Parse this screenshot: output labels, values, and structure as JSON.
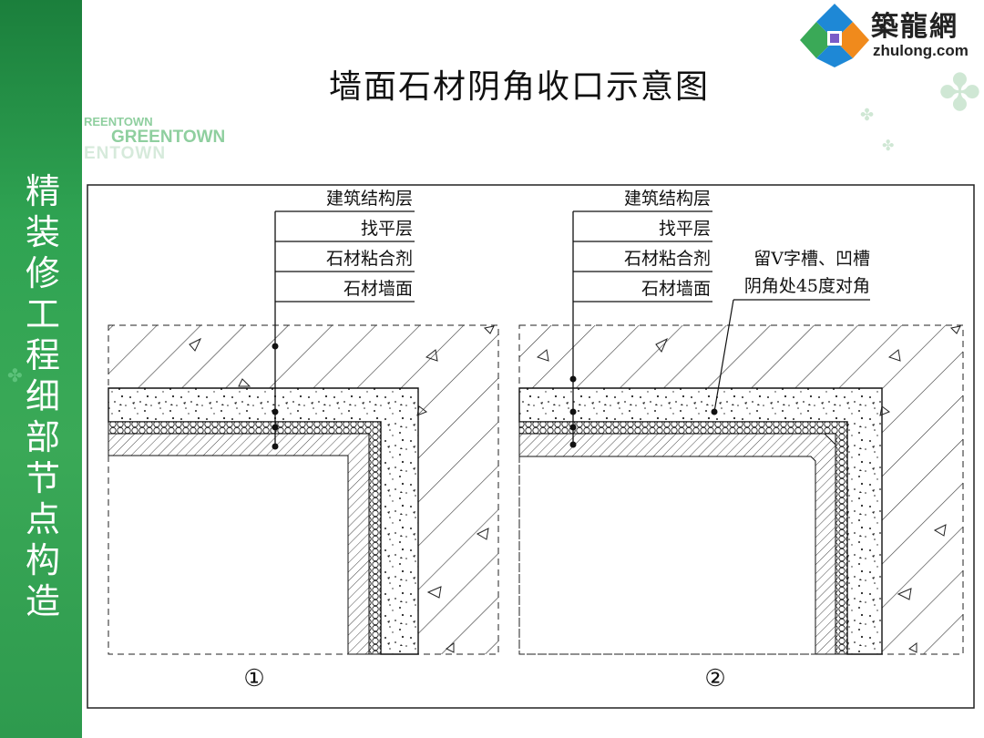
{
  "slide": {
    "title": "墙面石材阴角收口示意图",
    "sidebar_title": "精装修工程细部节点构造",
    "brand_small": "REENTOWN",
    "brand_big": "GREENTOWN",
    "brand_fade": "ENTOWN"
  },
  "logo": {
    "cn": "築龍網",
    "en": "zhulong.com"
  },
  "diagram_1": {
    "layers": [
      "建筑结构层",
      "找平层",
      "石材粘合剂",
      "石材墙面"
    ],
    "number": "①"
  },
  "diagram_2": {
    "layers": [
      "建筑结构层",
      "找平层",
      "石材粘合剂",
      "石材墙面"
    ],
    "note_line1": "留V字槽、凹槽",
    "note_line2": "阴角处45度对角",
    "number": "②"
  },
  "colors": {
    "sidebar_green": "#2fa352",
    "brand_text": "#8fcf9f"
  }
}
